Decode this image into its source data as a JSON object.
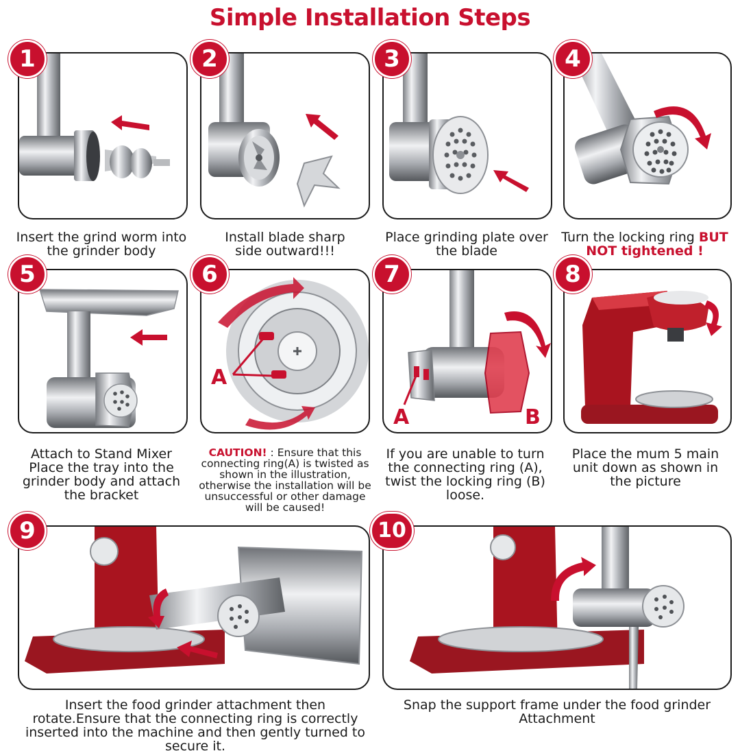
{
  "title": "Simple Installation Steps",
  "accent_color": "#c8102e",
  "steps": [
    {
      "number": "1",
      "caption": "Insert the grind worm into the grinder body"
    },
    {
      "number": "2",
      "caption": "Install blade sharp side outward!!!"
    },
    {
      "number": "3",
      "caption": "Place grinding plate over the blade"
    },
    {
      "number": "4",
      "caption_prefix": "Turn the locking ring ",
      "caption_highlight": "BUT NOT tightened !"
    },
    {
      "number": "5",
      "caption": "Attach to Stand Mixer Place the tray into the grinder body and attach the bracket",
      "labels": []
    },
    {
      "number": "6",
      "caption_highlight": "CAUTION!",
      "caption": " : Ensure that this connecting ring(A) is twisted as shown in the illustration, otherwise the installation will be unsuccessful or other damage will be caused!",
      "labels": [
        "A"
      ]
    },
    {
      "number": "7",
      "caption": "If you are unable to turn the connecting ring (A), twist the locking ring (B) loose.",
      "labels": [
        "A",
        "B"
      ]
    },
    {
      "number": "8",
      "caption": "Place the mum 5 main unit down as shown in the picture"
    },
    {
      "number": "9",
      "caption": "Insert the food grinder attachment then rotate.Ensure that the connecting ring is correctly inserted into the machine and then gently turned to secure it."
    },
    {
      "number": "10",
      "caption": "Snap the support frame under the food grinder Attachment"
    }
  ]
}
